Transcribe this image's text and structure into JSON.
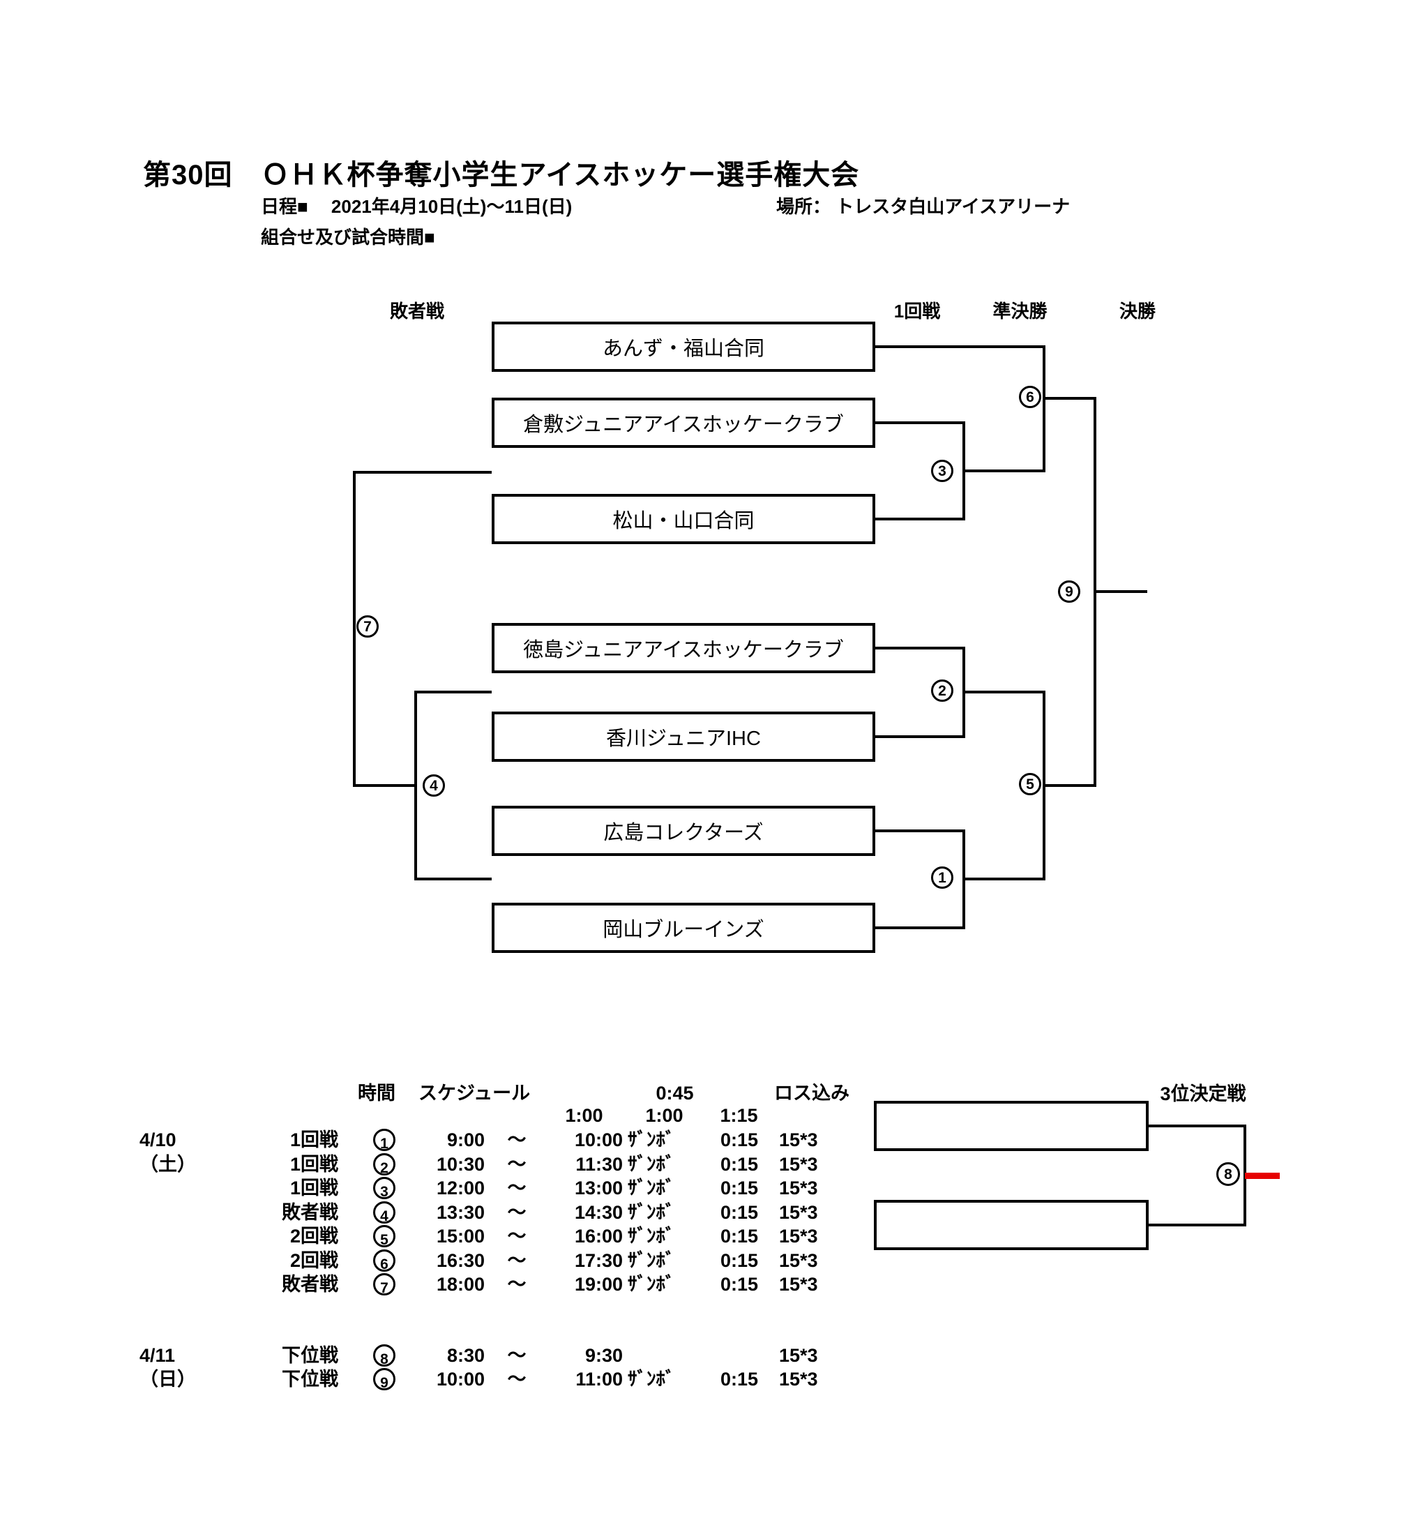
{
  "header": {
    "title": "第30回　ＯＨＫ杯争奪小学生アイスホッケー選手権大会",
    "date_line": "日程■　 2021年4月10日(土)～11日(日)",
    "venue_line": "場所： トレスタ白山アイスアリーナ",
    "subtitle": "組合せ及び試合時間■"
  },
  "bracket": {
    "column_labels": {
      "losers": "敗者戦",
      "round1": "1回戦",
      "semifinal": "準決勝",
      "final": "決勝"
    },
    "teams": [
      {
        "name": "あんず・福山合同"
      },
      {
        "name": "倉敷ジュニアアイスホッケークラブ"
      },
      {
        "name": "松山・山口合同"
      },
      {
        "name": "徳島ジュニアアイスホッケークラブ"
      },
      {
        "name": "香川ジュニアIHC"
      },
      {
        "name": "広島コレクターズ"
      },
      {
        "name": "岡山ブルーインズ"
      }
    ],
    "match_numbers": {
      "m1": "1",
      "m2": "2",
      "m3": "3",
      "m4": "4",
      "m5": "5",
      "m6": "6",
      "m7": "7",
      "m9": "9"
    }
  },
  "third_place": {
    "label": "3位決定戦",
    "match_number": "8",
    "winner_line_color": "#e60000"
  },
  "schedule": {
    "headers": {
      "time": "時間",
      "schedule": "スケジュール",
      "dur_045": "0:45",
      "loss": "ロス込み",
      "dur_100a": "1:00",
      "dur_100b": "1:00",
      "dur_115": "1:15"
    },
    "rows": [
      {
        "date": "4/10",
        "round": "1回戦",
        "num": "1",
        "start": "9:00",
        "tilde": "～",
        "end": "10:00",
        "zam": "ｻﾞﾝﾎﾞ",
        "gap": "0:15",
        "fmt": "15*3"
      },
      {
        "date": "（土）",
        "round": "1回戦",
        "num": "2",
        "start": "10:30",
        "tilde": "～",
        "end": "11:30",
        "zam": "ｻﾞﾝﾎﾞ",
        "gap": "0:15",
        "fmt": "15*3"
      },
      {
        "date": "",
        "round": "1回戦",
        "num": "3",
        "start": "12:00",
        "tilde": "～",
        "end": "13:00",
        "zam": "ｻﾞﾝﾎﾞ",
        "gap": "0:15",
        "fmt": "15*3"
      },
      {
        "date": "",
        "round": "敗者戦",
        "num": "4",
        "start": "13:30",
        "tilde": "～",
        "end": "14:30",
        "zam": "ｻﾞﾝﾎﾞ",
        "gap": "0:15",
        "fmt": "15*3"
      },
      {
        "date": "",
        "round": "2回戦",
        "num": "5",
        "start": "15:00",
        "tilde": "～",
        "end": "16:00",
        "zam": "ｻﾞﾝﾎﾞ",
        "gap": "0:15",
        "fmt": "15*3"
      },
      {
        "date": "",
        "round": "2回戦",
        "num": "6",
        "start": "16:30",
        "tilde": "～",
        "end": "17:30",
        "zam": "ｻﾞﾝﾎﾞ",
        "gap": "0:15",
        "fmt": "15*3"
      },
      {
        "date": "",
        "round": "敗者戦",
        "num": "7",
        "start": "18:00",
        "tilde": "～",
        "end": "19:00",
        "zam": "ｻﾞﾝﾎﾞ",
        "gap": "0:15",
        "fmt": "15*3"
      },
      {
        "date": "4/11",
        "round": "下位戦",
        "num": "8",
        "start": "8:30",
        "tilde": "～",
        "end": "9:30",
        "zam": "",
        "gap": "",
        "fmt": "15*3"
      },
      {
        "date": "（日）",
        "round": "下位戦",
        "num": "9",
        "start": "10:00",
        "tilde": "～",
        "end": "11:00",
        "zam": "ｻﾞﾝﾎﾞ",
        "gap": "0:15",
        "fmt": "15*3"
      }
    ]
  }
}
